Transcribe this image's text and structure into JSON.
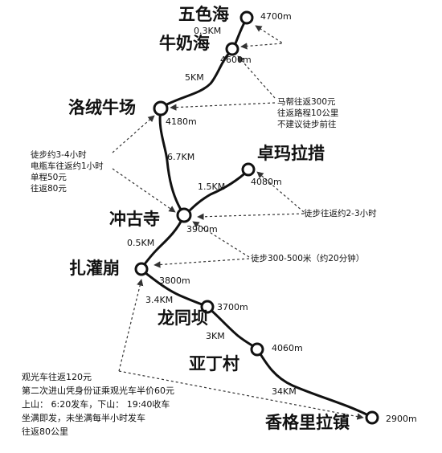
{
  "colors": {
    "route": "#111111",
    "node_fill": "#ffffff",
    "text": "#111111",
    "dashed": "#333333"
  },
  "places": [
    {
      "id": "wuse",
      "name": "五色海",
      "altitude": "4700m"
    },
    {
      "id": "niunai",
      "name": "牛奶海",
      "altitude": "4600m"
    },
    {
      "id": "luorong",
      "name": "洛绒牛场",
      "altitude": "4180m"
    },
    {
      "id": "zhuoma",
      "name": "卓玛拉措",
      "altitude": "4080m"
    },
    {
      "id": "chonggu",
      "name": "冲古寺",
      "altitude": "3900m"
    },
    {
      "id": "zhaguan",
      "name": "扎灌崩",
      "altitude": "3800m"
    },
    {
      "id": "longtong",
      "name": "龙同坝",
      "altitude": "3700m"
    },
    {
      "id": "yading",
      "name": "亚丁村",
      "altitude": "4060m"
    },
    {
      "id": "xianggeli",
      "name": "香格里拉镇",
      "altitude": "2900m"
    }
  ],
  "distances": [
    {
      "id": "d1",
      "label": "0.3KM"
    },
    {
      "id": "d2",
      "label": "5KM"
    },
    {
      "id": "d3",
      "label": "6.7KM"
    },
    {
      "id": "d4",
      "label": "1.5KM"
    },
    {
      "id": "d5",
      "label": "0.5KM"
    },
    {
      "id": "d6",
      "label": "3.4KM"
    },
    {
      "id": "d7",
      "label": "3KM"
    },
    {
      "id": "d8",
      "label": "34KM"
    }
  ],
  "notes": {
    "horse": [
      "马帮往返300元",
      "往返路程10公里",
      "不建议徒步前往"
    ],
    "walk_left": [
      "徒步约3-4小时",
      "电瓶车往返约1小时",
      "单程50元",
      "往返80元"
    ],
    "walk_zhuoma": [
      "徒步往返约2-3小时"
    ],
    "walk_chonggu": [
      "徒步300-500米（约20分钟）"
    ]
  },
  "info_lines": [
    "观光车往返120元",
    "第二次进山凭身份证乘观光车半价60元",
    "上山：  6:20发车，下山：  19:40收车",
    "坐满即发，未坐满每半小时发车",
    "往返80公里"
  ]
}
